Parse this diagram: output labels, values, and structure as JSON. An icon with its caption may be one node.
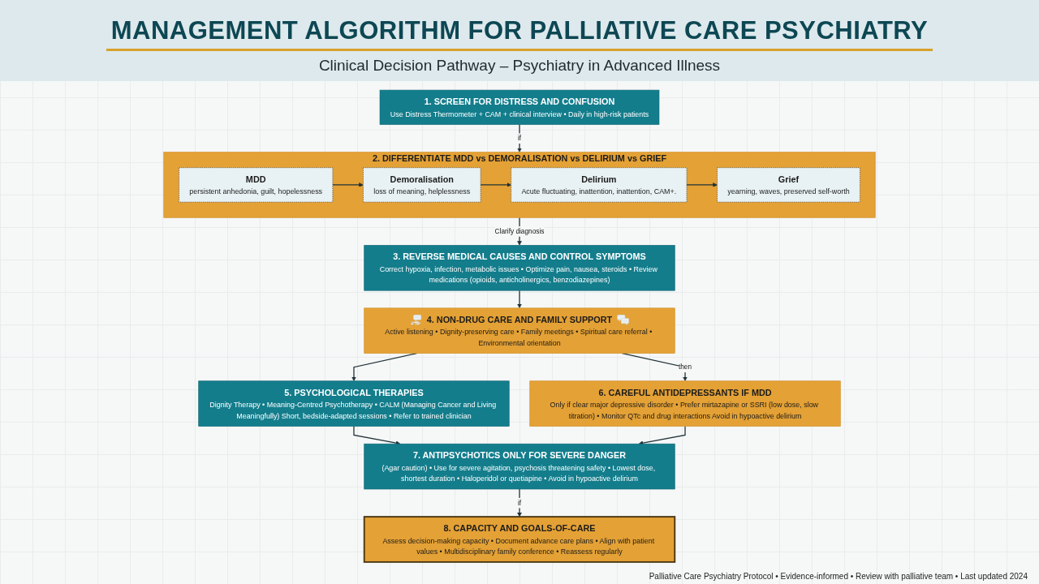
{
  "diagram": {
    "title": "MANAGEMENT ALGORITHM FOR PALLIATIVE CARE PSYCHIATRY",
    "nodes": [
      {
        "text": [
          "1. SCREEN FOR DISTRESS AND CONFUSION",
          "Use Distress Thermometer + CAM + clinical interview • Daily in high-risk patients"
        ]
      },
      {
        "text": [
          "2. DIFFERENTIATE MDD vs DEMORALISATION vs DELIRIUM vs GRIEF"
        ]
      },
      {
        "text": [
          "MDD",
          "persistent anhedonia, guilt, hopelessness"
        ],
        "in": 1
      },
      {
        "text": [
          "Demoralisation",
          "loss of meaning, helplessness"
        ],
        "in": 1
      },
      {
        "text": [
          "Delirium",
          "Acute fluctuating, inattention, inattention, CAM+."
        ],
        "in": 1
      },
      {
        "text": [
          "Grief",
          "yearning, waves, preserved self-worth"
        ],
        "in": 1
      },
      {
        "text": [
          "3. REVERSE MEDICAL CAUSES AND CONTROL SYMPTOMS",
          "Correct hypoxia, infection, metabolic issues • Optimize pain, nausea, steroids • Review medications (opioids, anticholinergics, benzodiazepines)"
        ]
      },
      {
        "text": [
          "4. NON-DRUG CARE AND FAMILY SUPPORT",
          "Active listening • Dignity-preserving care • Family meetings • Spiritual care referral • Environmental orientation"
        ]
      },
      {
        "text": [
          "5. PSYCHOLOGICAL THERAPIES",
          "Dignity Therapy • Meaning-Centred Psychotherapy • CALM (Managing Cancer and Living Meaningfully) Short, bedside-adapted sessions • Refer to trained clinician"
        ]
      },
      {
        "text": [
          "6. CAREFUL ANTIDEPRESSANTS IF MDD",
          "Only if clear major depressive disorder • Prefer mirtazapine or SSRI (low dose, slow titration) • Monitor QTc and drug interactions Avoid in hypoactive delirium"
        ]
      },
      {
        "text": [
          "7. ANTIPSYCHOTICS ONLY FOR SEVERE DANGER",
          "(Agar caution) • Use for severe agitation, psychosis threatening safety • Lowest dose, shortest duration • Haloperidol or quetiapine • Avoid in hypoactive delirium"
        ]
      },
      {
        "text": [
          "8. CAPACITY AND GOALS-OF-CARE",
          "Assess decision-making capacity • Document advance care plans • Align with patient values • Multidisciplinary family conference • Reassess regularly"
        ]
      }
    ],
    "edges": [
      {
        "from": 0,
        "to": 1,
        "arrow": "to",
        "label": "if"
      },
      {
        "from": 2,
        "to": 3,
        "arrow": "to"
      },
      {
        "from": 3,
        "to": 4,
        "arrow": "to"
      },
      {
        "from": 4,
        "to": 5,
        "arrow": "to"
      },
      {
        "from": 1,
        "to": 6,
        "arrow": "to",
        "label": "Clarify diagnosis"
      },
      {
        "from": 6,
        "to": 7,
        "arrow": "to"
      },
      {
        "from": 7,
        "to": 8,
        "arrow": "to"
      },
      {
        "from": 7,
        "to": 9,
        "arrow": "to",
        "label": "then"
      },
      {
        "from": 8,
        "to": 10,
        "arrow": "to"
      },
      {
        "from": 9,
        "to": 10,
        "arrow": "to"
      },
      {
        "from": 10,
        "to": 11,
        "arrow": "to",
        "label": "if"
      }
    ],
    "labels": [
      "Clinical Decision Pathway – Psychiatry in Advanced Illness",
      "Palliative Care Psychiatry Protocol • Evidence-informed • Review with palliative team • Last updated 2024"
    ]
  }
}
